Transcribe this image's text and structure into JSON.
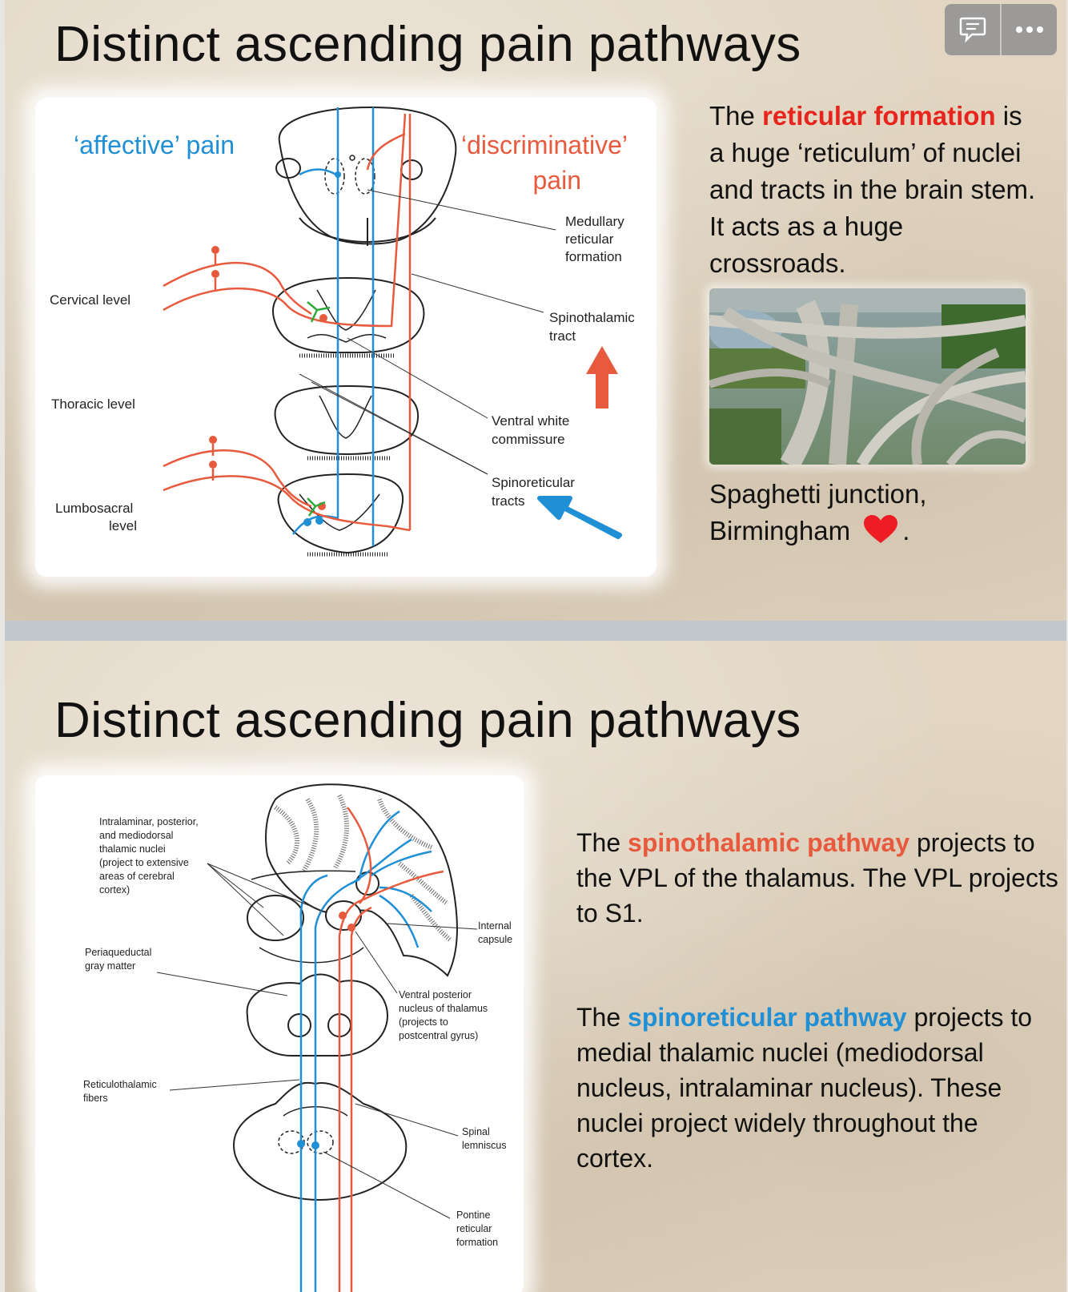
{
  "toolbar": {
    "comment_icon": "comment-icon",
    "more_icon": "more-dots-icon"
  },
  "slide1": {
    "title": "Distinct ascending pain pathways",
    "diagram": {
      "affective": "‘affective’ pain",
      "discriminative_1": "‘discriminative’",
      "discriminative_2": "pain",
      "medullary_1": "Medullary",
      "medullary_2": "reticular",
      "medullary_3": "formation",
      "cervical": "Cervical level",
      "spinothalamic_1": "Spinothalamic",
      "spinothalamic_2": "tract",
      "thoracic": "Thoracic level",
      "ventral_1": "Ventral white",
      "ventral_2": "commissure",
      "spinoreticular_1": "Spinoreticular",
      "spinoreticular_2": "tracts",
      "lumbosacral_1": "Lumbosacral",
      "lumbosacral_2": "level"
    },
    "text_pre": "The ",
    "text_highlight": "reticular formation",
    "text_post": " is a huge ‘reticulum’ of nuclei and tracts in the brain stem. It acts as a huge crossroads.",
    "caption_1": "Spaghetti junction,",
    "caption_2": "Birmingham",
    "caption_end": ".",
    "heart_icon": "heart-icon",
    "colors": {
      "red": "#e8251c",
      "blue": "#1f8fd6",
      "orange": "#e85a3d"
    }
  },
  "slide2": {
    "title": "Distinct ascending pain pathways",
    "diagram": {
      "intralaminar_1": "Intralaminar, posterior,",
      "intralaminar_2": "and mediodorsal",
      "intralaminar_3": "thalamic nuclei",
      "intralaminar_4": "(project to extensive",
      "intralaminar_5": "areas of cerebral",
      "intralaminar_6": "cortex)",
      "internal_1": "Internal",
      "internal_2": "capsule",
      "periaqueductal_1": "Periaqueductal",
      "periaqueductal_2": "gray matter",
      "ventral_post_1": "Ventral posterior",
      "ventral_post_2": "nucleus of thalamus",
      "ventral_post_3": "(projects to",
      "ventral_post_4": "postcentral gyrus)",
      "reticulothalamic_1": "Reticulothalamic",
      "reticulothalamic_2": "fibers",
      "spinal_1": "Spinal",
      "spinal_2": "lemniscus",
      "pontine_1": "Pontine",
      "pontine_2": "reticular",
      "pontine_3": "formation"
    },
    "p1_pre": "The ",
    "p1_highlight": "spinothalamic pathway",
    "p1_post": " projects to the VPL of the thalamus. The VPL projects to S1.",
    "p2_pre": "The ",
    "p2_highlight": "spinoreticular pathway",
    "p2_post": " projects to medial thalamic nuclei (mediodorsal nucleus, intralaminar nucleus). These nuclei project widely throughout the cortex."
  }
}
